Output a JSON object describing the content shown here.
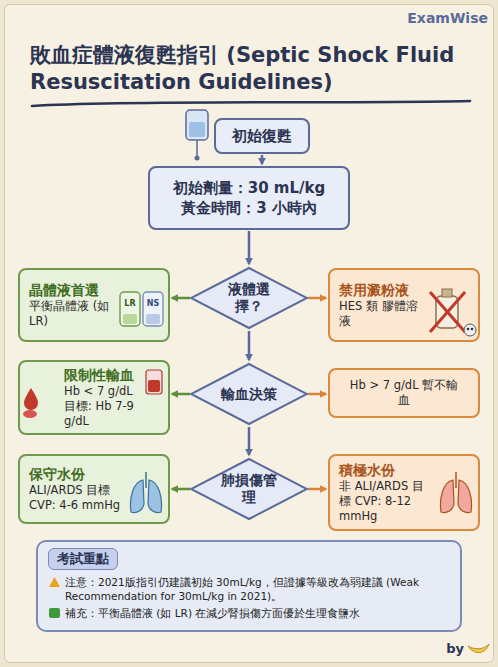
{
  "diagram": {
    "title": "敗血症體液復甦指引 (Septic Shock Fluid Resuscitation Guidelines)",
    "nodes": [
      {
        "text": [
          "初始復甦"
        ]
      },
      {
        "text": [
          "初始劑量：30 mL/kg",
          "黃金時間：3 小時內"
        ]
      },
      {
        "text": [
          "液體選擇？"
        ]
      },
      {
        "text": [
          "晶體液首選",
          "平衡晶體液 (如 LR)"
        ]
      },
      {
        "text": [
          "禁用澱粉液",
          "HES 類 膠體溶液"
        ]
      },
      {
        "text": [
          "輸血決策"
        ]
      },
      {
        "text": [
          "限制性輸血",
          "Hb < 7 g/dL 目標: Hb 7-9 g/dL"
        ]
      },
      {
        "text": [
          "Hb > 7 g/dL 暫不輸血"
        ]
      },
      {
        "text": [
          "肺損傷管理"
        ]
      },
      {
        "text": [
          "保守水份",
          "ALI/ARDS 目標 CVP: 4-6 mmHg"
        ]
      },
      {
        "text": [
          "積極水份",
          "非 ALI/ARDS 目標 CVP: 8-12 mmHg"
        ]
      },
      {
        "text": [
          "考試重點",
          "注意：2021版指引仍建議初始 30mL/kg，但證據等級改為弱建議 (Weak Recommendation for 30mL/kg in 2021)。",
          "補充：平衡晶體液 (如 LR) 在減少腎損傷方面優於生理食鹽水"
        ]
      }
    ],
    "edges": [
      {
        "from": 0,
        "to": 1,
        "arrow": "to"
      },
      {
        "from": 1,
        "to": 2,
        "arrow": "to"
      },
      {
        "from": 2,
        "to": 3,
        "arrow": "to"
      },
      {
        "from": 2,
        "to": 4,
        "arrow": "to"
      },
      {
        "from": 2,
        "to": 5,
        "arrow": "to"
      },
      {
        "from": 5,
        "to": 6,
        "arrow": "to"
      },
      {
        "from": 5,
        "to": 7,
        "arrow": "to"
      },
      {
        "from": 5,
        "to": 8,
        "arrow": "to"
      },
      {
        "from": 8,
        "to": 9,
        "arrow": "to"
      },
      {
        "from": 8,
        "to": 10,
        "arrow": "to"
      }
    ],
    "labels": [
      "ExamWise",
      "LR",
      "NS",
      "by"
    ]
  }
}
